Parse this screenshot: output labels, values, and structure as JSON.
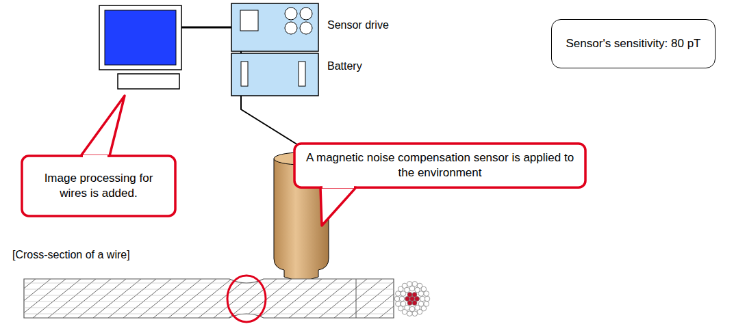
{
  "diagram": {
    "nodes": [
      {
        "text": [
          "Sensor's sensitivity: 80 pT"
        ]
      },
      {
        "text": [
          "Image processing for wires is added."
        ]
      },
      {
        "text": [
          "A magnetic noise compensation sensor is applied to the environment"
        ]
      }
    ],
    "labels": [
      "Sensor drive",
      "Battery",
      "[Cross-section of a wire]"
    ]
  }
}
